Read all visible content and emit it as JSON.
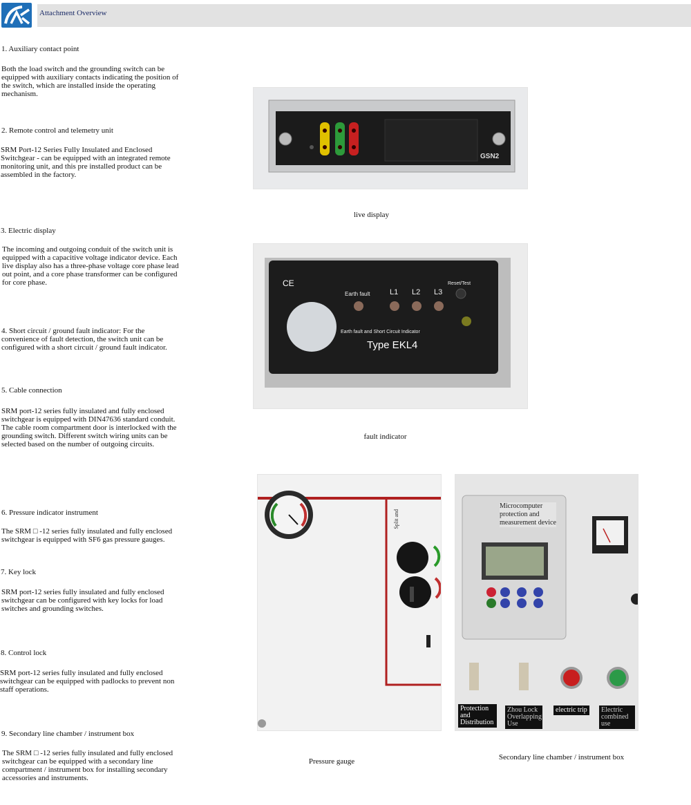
{
  "header": {
    "title": "Attachment Overview"
  },
  "sections": [
    {
      "heading": "1. Auxiliary contact point",
      "text": "Both the load switch and the grounding switch can be equipped with auxiliary contacts indicating the position of the switch, which are installed inside the operating mechanism."
    },
    {
      "heading": "2. Remote control and telemetry unit",
      "text": "SRM Port-12 Series Fully Insulated and Enclosed Switchgear - can be equipped with an integrated remote monitoring unit, and this pre installed product can be assembled in the factory."
    },
    {
      "heading": "3. Electric display",
      "text": "The incoming and outgoing conduit of the switch unit is equipped with a capacitive voltage indicator device. Each live display also has a three-phase voltage core phase lead out point, and a core phase transformer can be configured for core phase."
    },
    {
      "heading": "4. Short circuit / ground fault indicator: For the convenience of fault detection, the switch unit can be configured with a short circuit / ground fault indicator.",
      "text": ""
    },
    {
      "heading": "5. Cable connection",
      "text": "SRM port-12 series fully insulated and fully enclosed switchgear is equipped with DIN47636 standard conduit. The cable room compartment door is interlocked with the grounding switch. Different switch wiring units can be selected based on the number of outgoing circuits."
    },
    {
      "heading": "6. Pressure indicator instrument",
      "text": "The SRM □ -12 series fully insulated and fully enclosed switchgear is equipped with SF6 gas pressure gauges."
    },
    {
      "heading": "7. Key lock",
      "text": "SRM port-12 series fully insulated and fully enclosed switchgear can be configured with key locks for load switches and grounding switches."
    },
    {
      "heading": "8. Control lock",
      "text": "SRM port-12 series fully insulated and fully enclosed switchgear can be equipped with padlocks to prevent non staff operations."
    },
    {
      "heading": "9. Secondary line chamber / instrument box",
      "text": "The SRM □ -12 series fully insulated and fully enclosed switchgear can be equipped with a secondary line compartment / instrument box for installing secondary accessories and instruments."
    }
  ],
  "captions": {
    "live_display": "live display",
    "fault_indicator": "fault indicator",
    "pressure_gauge": "Pressure gauge",
    "secondary_box": "Secondary line chamber / instrument box"
  },
  "photo_text": {
    "gsn2": "GSN2",
    "earth_fault": "Earth fault",
    "l1": "L1",
    "l2": "L2",
    "l3": "L3",
    "reset_test": "Reset/Test",
    "ekl4_sub": "Earth fault and Short Circuit Indicator",
    "ekl4_type": "Type EKL4",
    "ce": "CE",
    "split_and": "Split and",
    "microcomputer": "Microcomputer protection and measurement device",
    "tag_protection": "Protection and Distribution",
    "tag_zhou": "Zhou Lock Overlapping Use",
    "tag_electric_trip": "electric trip",
    "tag_electric_combined": "Electric combined use"
  },
  "colors": {
    "logo": "#1f6fb8",
    "header_bar": "#e2e2e2",
    "panel_black": "#1b1b1b"
  }
}
